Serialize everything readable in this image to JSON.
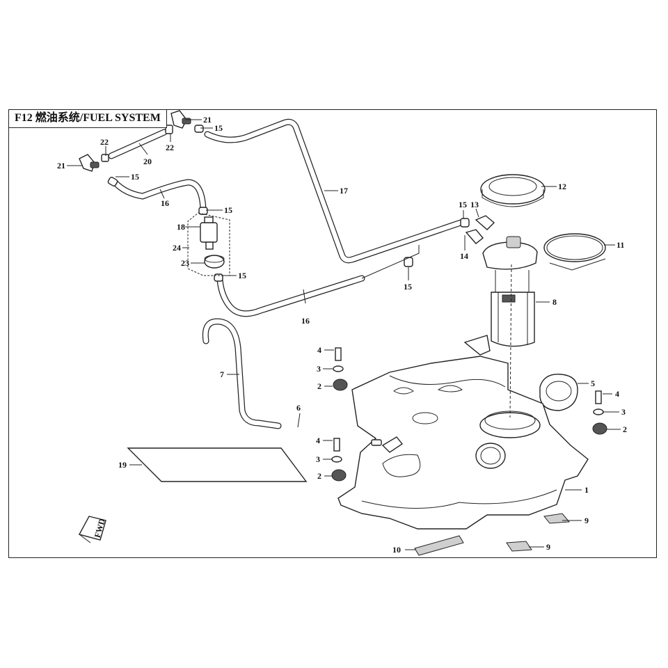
{
  "diagram": {
    "title": "F12 燃油系统/FUEL SYSTEM",
    "fwd_label": "FWD",
    "callouts": [
      {
        "id": "c-21a",
        "label": "21"
      },
      {
        "id": "c-15a",
        "label": "15"
      },
      {
        "id": "c-22a",
        "label": "22"
      },
      {
        "id": "c-22b",
        "label": "22"
      },
      {
        "id": "c-20",
        "label": "20"
      },
      {
        "id": "c-21b",
        "label": "21"
      },
      {
        "id": "c-15b",
        "label": "15"
      },
      {
        "id": "c-16a",
        "label": "16"
      },
      {
        "id": "c-15c",
        "label": "15"
      },
      {
        "id": "c-18",
        "label": "18"
      },
      {
        "id": "c-24",
        "label": "24"
      },
      {
        "id": "c-23",
        "label": "23"
      },
      {
        "id": "c-15d",
        "label": "15"
      },
      {
        "id": "c-17",
        "label": "17"
      },
      {
        "id": "c-16b",
        "label": "16"
      },
      {
        "id": "c-15e",
        "label": "15"
      },
      {
        "id": "c-15f",
        "label": "15"
      },
      {
        "id": "c-13",
        "label": "13"
      },
      {
        "id": "c-14",
        "label": "14"
      },
      {
        "id": "c-12",
        "label": "12"
      },
      {
        "id": "c-11",
        "label": "11"
      },
      {
        "id": "c-8",
        "label": "8"
      },
      {
        "id": "c-7",
        "label": "7"
      },
      {
        "id": "c-4a",
        "label": "4"
      },
      {
        "id": "c-3a",
        "label": "3"
      },
      {
        "id": "c-2a",
        "label": "2"
      },
      {
        "id": "c-5",
        "label": "5"
      },
      {
        "id": "c-4b",
        "label": "4"
      },
      {
        "id": "c-3b",
        "label": "3"
      },
      {
        "id": "c-2b",
        "label": "2"
      },
      {
        "id": "c-6",
        "label": "6"
      },
      {
        "id": "c-4c",
        "label": "4"
      },
      {
        "id": "c-3c",
        "label": "3"
      },
      {
        "id": "c-2c",
        "label": "2"
      },
      {
        "id": "c-19",
        "label": "19"
      },
      {
        "id": "c-1",
        "label": "1"
      },
      {
        "id": "c-9a",
        "label": "9"
      },
      {
        "id": "c-10",
        "label": "10"
      },
      {
        "id": "c-9b",
        "label": "9"
      }
    ]
  }
}
